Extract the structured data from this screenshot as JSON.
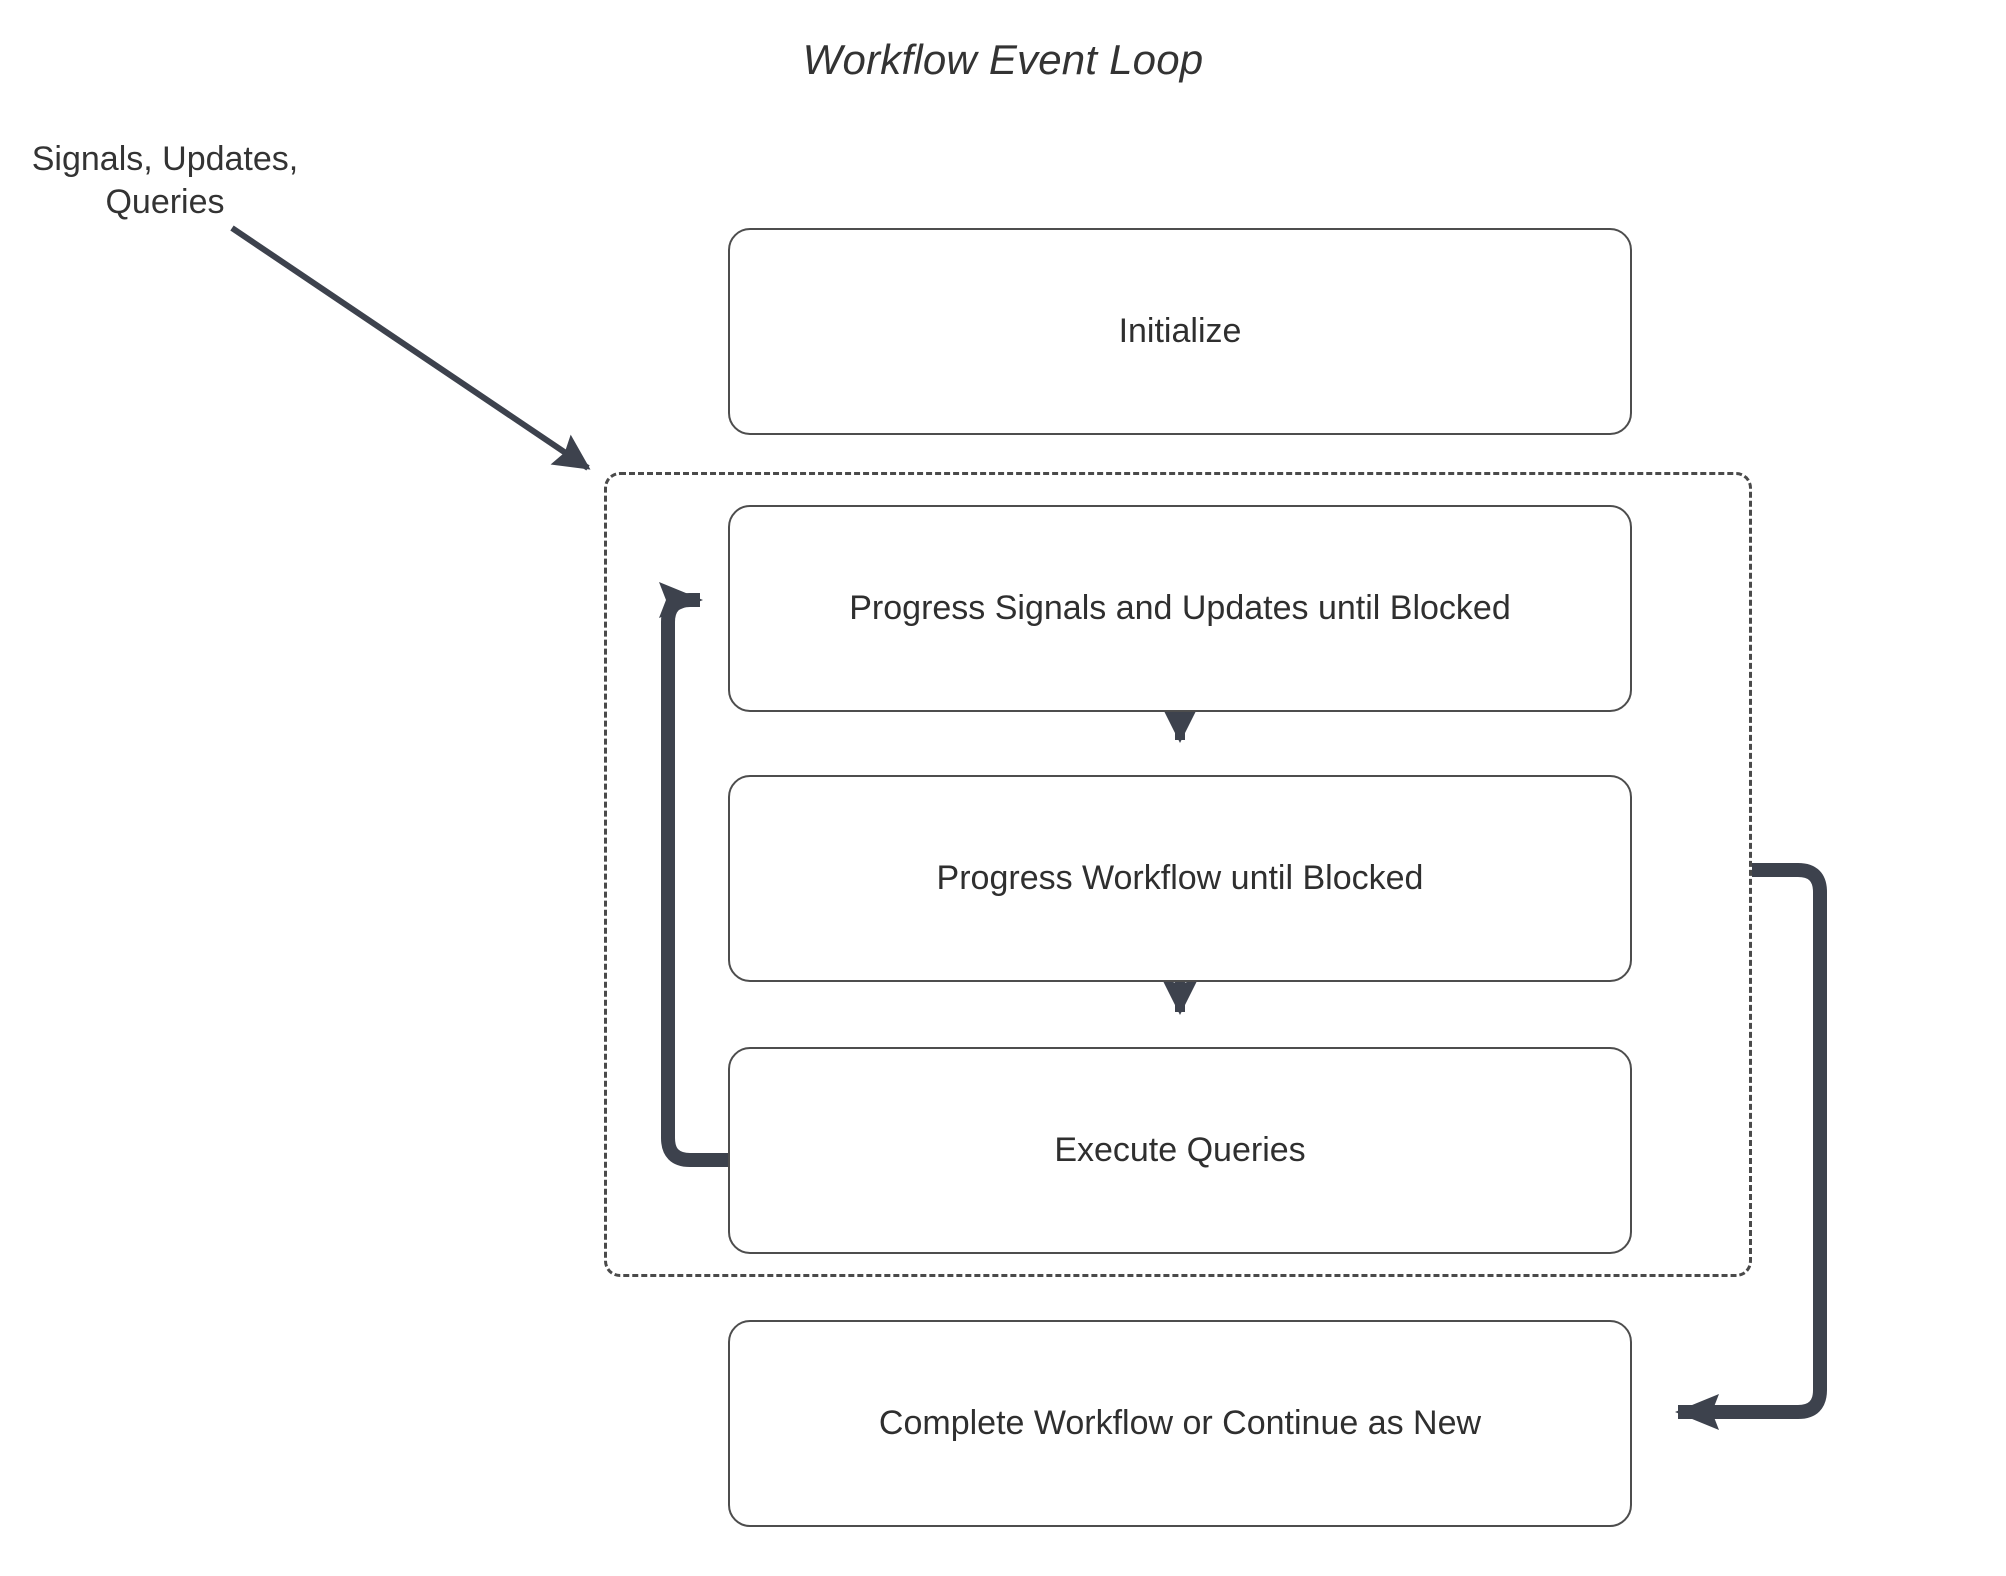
{
  "diagram": {
    "title": "Workflow Event Loop",
    "external_label": "Signals, Updates,\nQueries",
    "colors": {
      "node_border": "#4d4d4d",
      "node_fill": "#ffffff",
      "text": "#2f2f2f",
      "edge": "#3d424d",
      "dashed_border": "#4a4a4a",
      "background": "#ffffff"
    },
    "nodes": [
      {
        "id": "initialize",
        "label": "Initialize",
        "inside_loop": false
      },
      {
        "id": "progress-signals-updates",
        "label": "Progress Signals and Updates until Blocked",
        "inside_loop": true
      },
      {
        "id": "progress-workflow",
        "label": "Progress Workflow until Blocked",
        "inside_loop": true
      },
      {
        "id": "execute-queries",
        "label": "Execute Queries",
        "inside_loop": true
      },
      {
        "id": "complete-workflow",
        "label": "Complete Workflow or Continue as New",
        "inside_loop": false
      }
    ],
    "loop_group": {
      "id": "event-loop-group",
      "style": "dashed",
      "label": ""
    },
    "edges": [
      {
        "id": "signals-into-loop",
        "from": "external-label",
        "to": "event-loop-group",
        "style": "solid-arrow"
      },
      {
        "id": "signals-to-workflow",
        "from": "progress-signals-updates",
        "to": "progress-workflow",
        "style": "solid-arrow"
      },
      {
        "id": "workflow-to-queries",
        "from": "progress-workflow",
        "to": "execute-queries",
        "style": "solid-arrow"
      },
      {
        "id": "queries-loop-back",
        "from": "execute-queries",
        "to": "progress-signals-updates",
        "style": "solid-arrow"
      },
      {
        "id": "loop-to-complete",
        "from": "event-loop-group",
        "to": "complete-workflow",
        "style": "solid-arrow"
      }
    ]
  }
}
